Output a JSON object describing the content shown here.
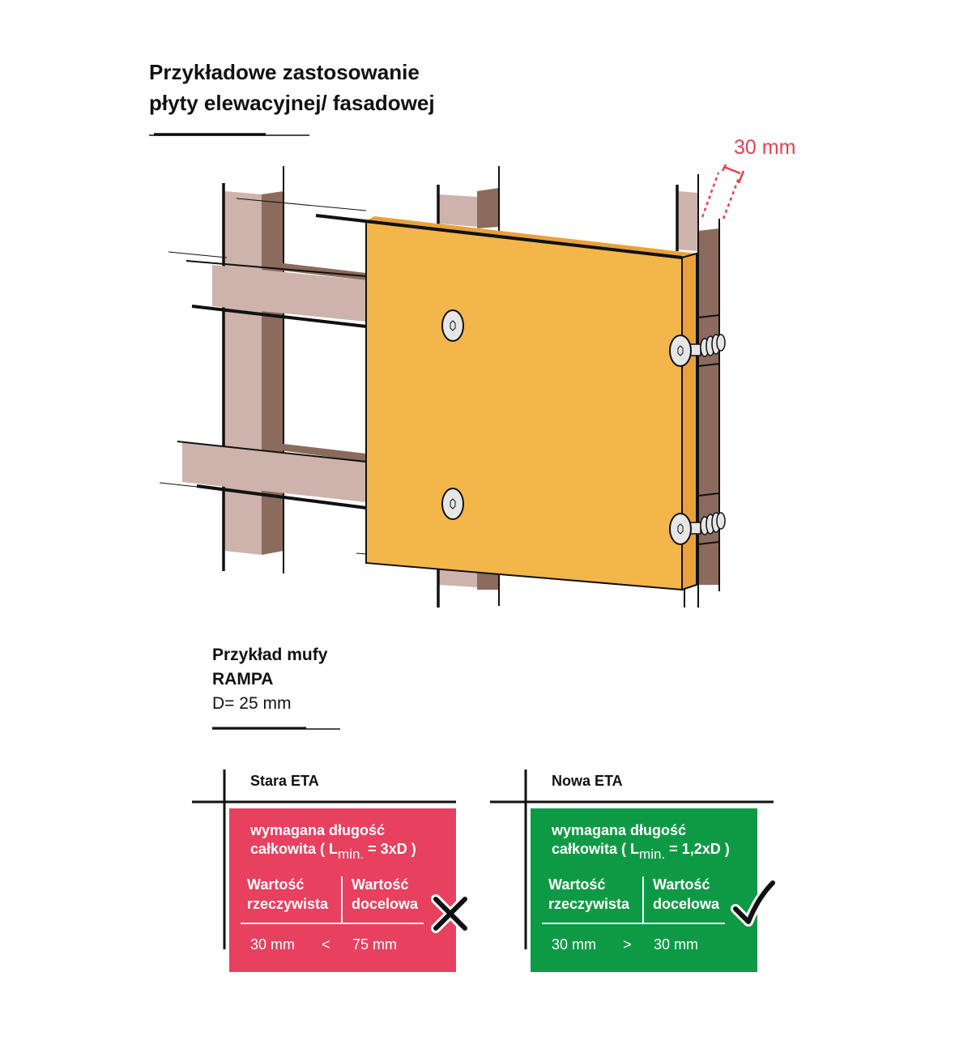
{
  "title": {
    "line1": "Przykładowe zastosowanie",
    "line2": "płyty elewacyjnej/ fasadowej"
  },
  "dimension_label": "30 mm",
  "example": {
    "line1": "Przykład mufy",
    "line2": "RAMPA",
    "line3": "D= 25 mm"
  },
  "old_eta": {
    "label": "Stara ETA",
    "heading_line1": "wymagana długość",
    "heading_prefix": "całkowita ( L",
    "heading_sub": "min.",
    "heading_suffix": "= 3xD )",
    "col1_line1": "Wartość",
    "col1_line2": "rzeczywista",
    "col2_line1": "Wartość",
    "col2_line2": "docelowa",
    "actual": "30 mm",
    "operator": "<",
    "target": "75 mm",
    "verdict_icon": "cross-icon",
    "color": "#e8405f"
  },
  "new_eta": {
    "label": "Nowa ETA",
    "heading_line1": "wymagana długość",
    "heading_prefix": "całkowita ( L",
    "heading_sub": "min.",
    "heading_suffix": "= 1,2xD )",
    "col1_line1": "Wartość",
    "col1_line2": "rzeczywista",
    "col2_line1": "Wartość",
    "col2_line2": "docelowa",
    "actual": "30 mm",
    "operator": ">",
    "target": "30 mm",
    "verdict_icon": "check-icon",
    "color": "#0e9a45"
  },
  "colors": {
    "panel": "#f3b64a",
    "panel_side": "#e9a23a",
    "wood_light": "#cdb3ab",
    "wood_dark": "#8b6b5e",
    "dimension": "#e5404e"
  }
}
